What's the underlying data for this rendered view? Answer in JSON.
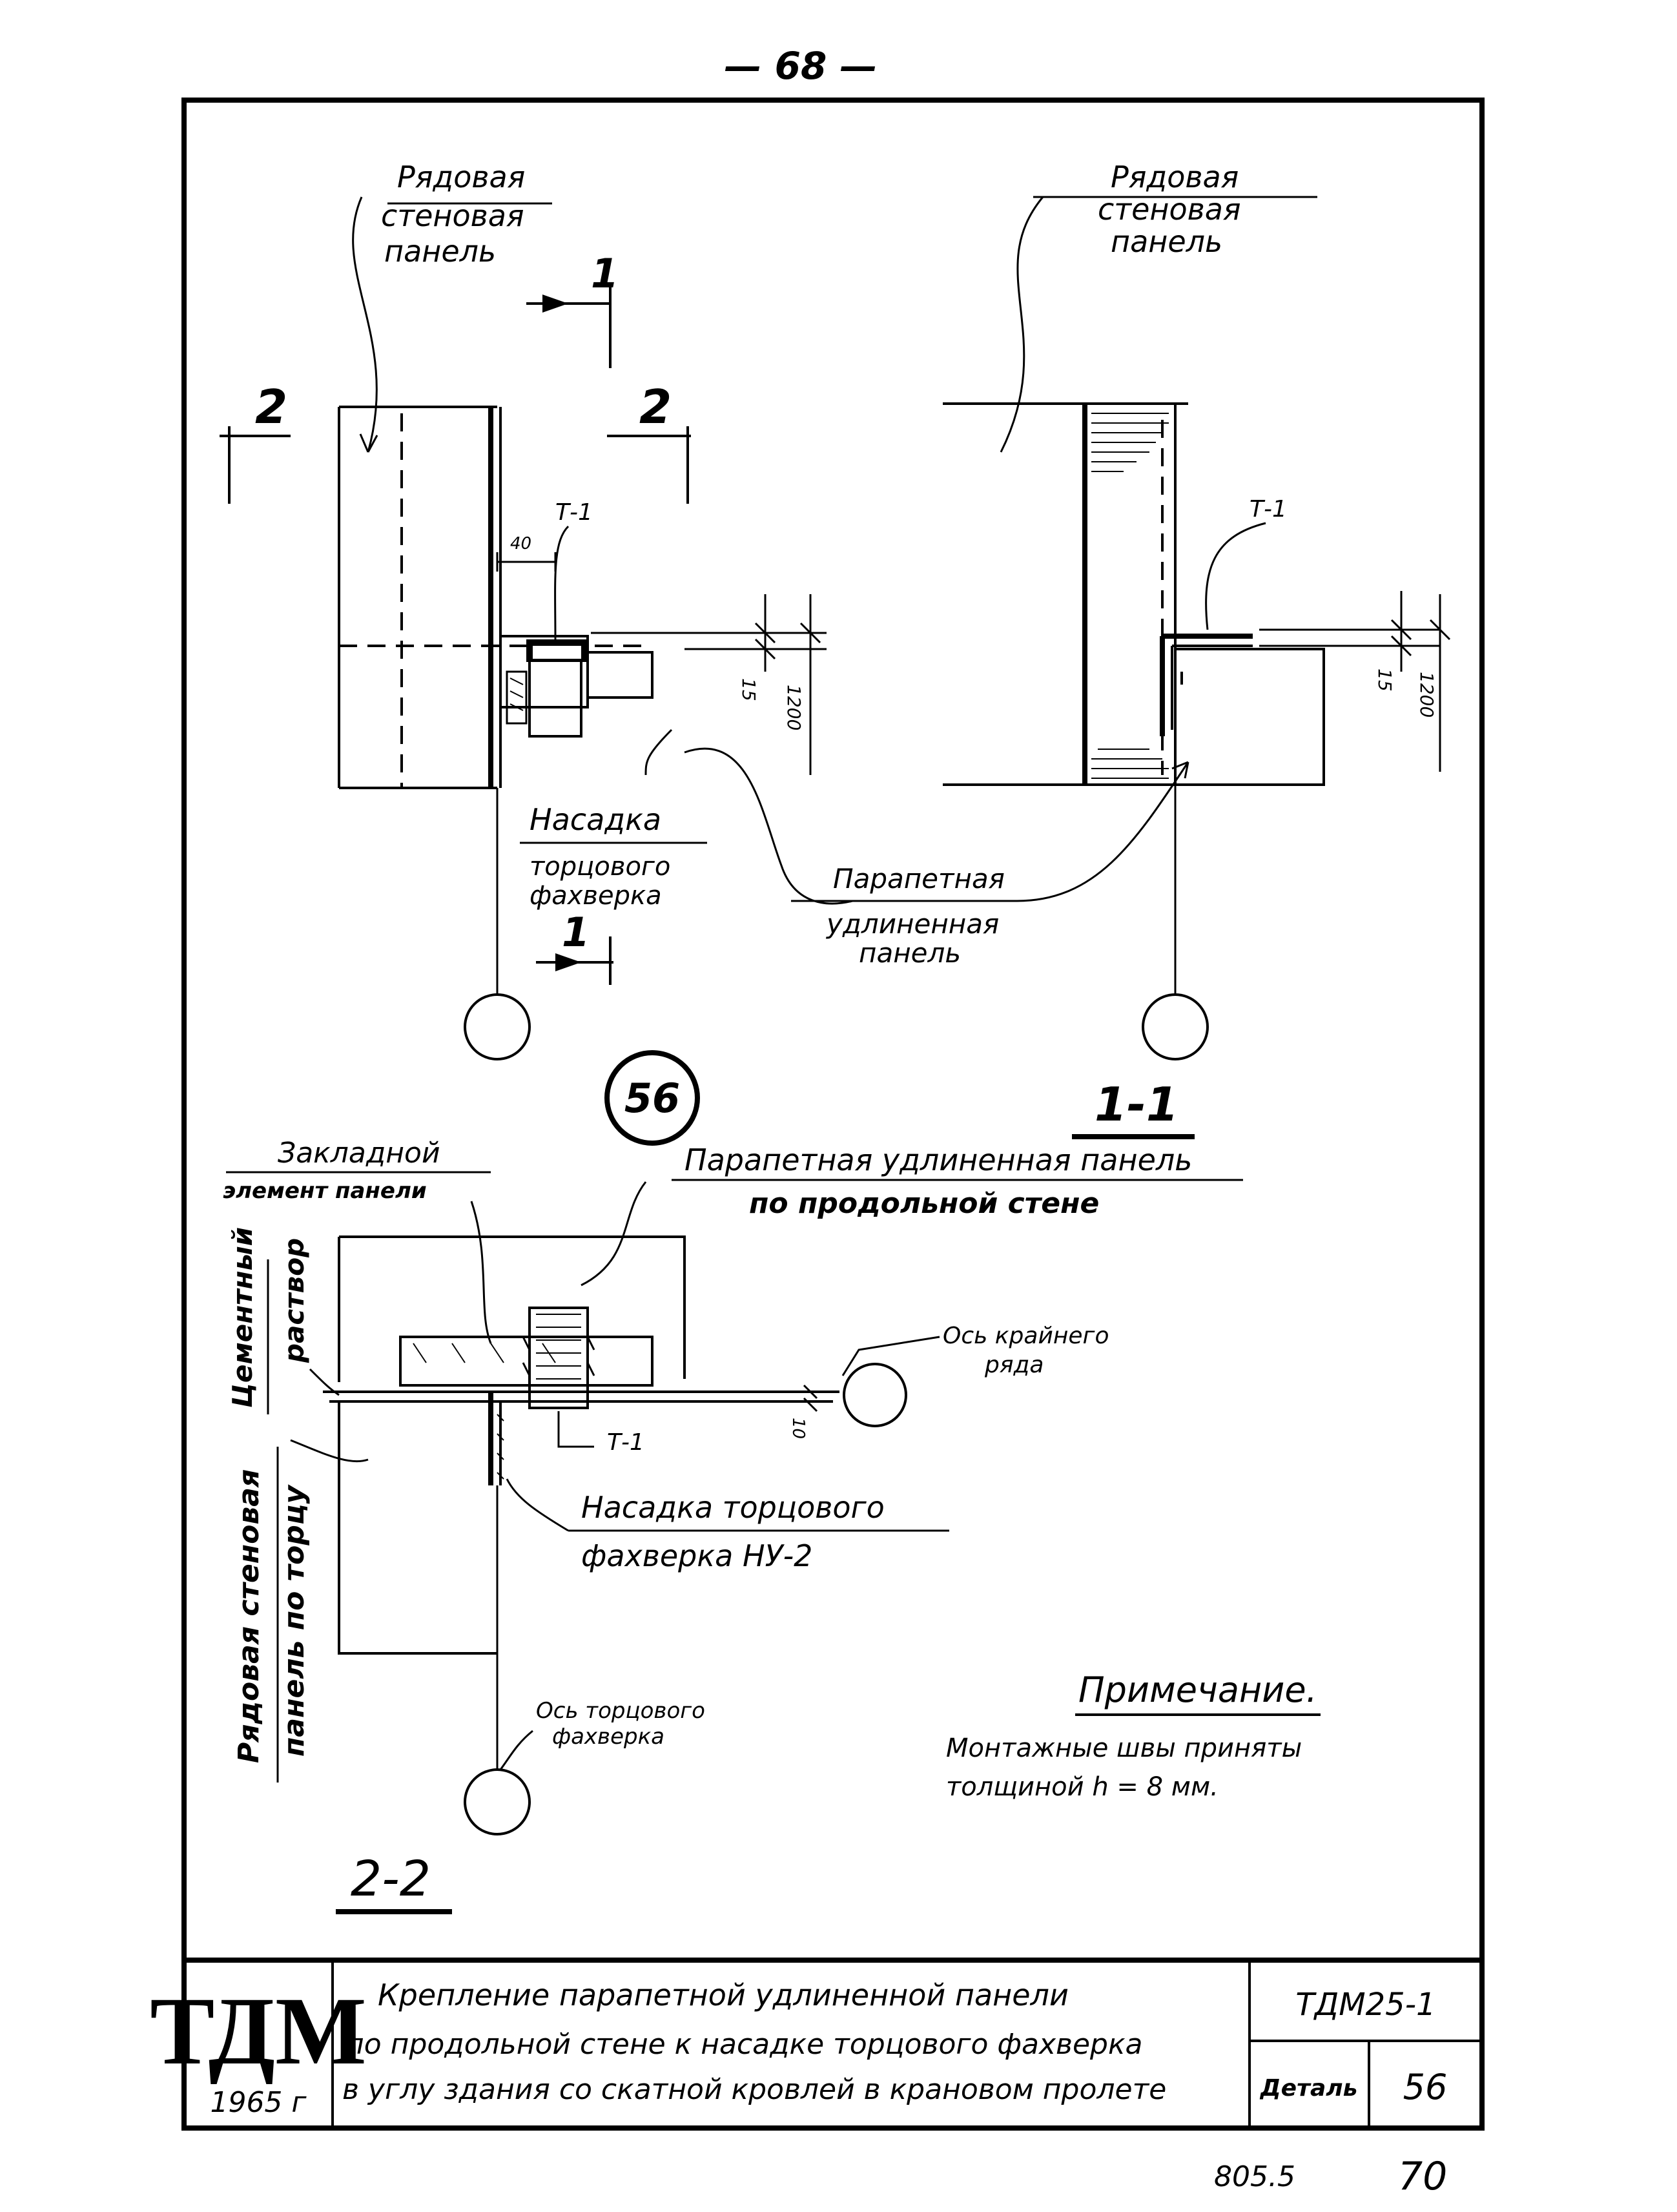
{
  "page_number": "— 68 —",
  "detail_number": "56",
  "elev1": {
    "panel_label": [
      "Рядовая",
      "стеновая",
      "панель"
    ],
    "section_mark_1": "1",
    "section_mark_2a": "2",
    "section_mark_2b": "2",
    "weld_tag": "Т-1",
    "dim_40": "40",
    "dim_15": "15",
    "dim_1200": "1200",
    "nasadka_label": [
      "Насадка",
      "торцового",
      "фахверка"
    ],
    "section_mark_bottom": "1"
  },
  "elev2": {
    "panel_label": [
      "Рядовая",
      "стеновая",
      "панель"
    ],
    "weld_tag": "Т-1",
    "dim_15": "15",
    "dim_1200": "1200"
  },
  "parapet_label": [
    "Парапетная",
    "удлиненная",
    "панель"
  ],
  "section_1_1_title": "1-1",
  "plan": {
    "embed_label": [
      "Закладной",
      "элемент панели"
    ],
    "parapet_label": [
      "Парапетная удлиненная панель",
      "по продольной стене"
    ],
    "cement_label": [
      "Цементный",
      "раствор"
    ],
    "axis_row_label": [
      "Ось крайнего",
      "ряда"
    ],
    "dim_10": "10",
    "weld_tag": "Т-1",
    "nasadka_label": [
      "Насадка торцового",
      "фахверка НУ-2"
    ],
    "wall_panel_label": [
      "Рядовая стеновая",
      "панель по торцу"
    ],
    "axis_fachwerk_label": [
      "Ось торцового",
      "фахверка"
    ]
  },
  "section_2_2_title": "2-2",
  "note": {
    "title": "Примечание.",
    "lines": [
      "Монтажные швы приняты",
      "толщиной   h = 8 мм."
    ]
  },
  "title_block": {
    "logo": "ТДМ",
    "year": "1965 г",
    "description": [
      "Крепление парапетной удлиненной панели",
      "по продольной стене к насадке торцового фахверка",
      "в углу здания со скатной кровлей в крановом пролете"
    ],
    "code": "ТДМ25-1",
    "detail_label": "Деталь",
    "detail_value": "56"
  },
  "footer": {
    "archive_no": "805.5",
    "sheet_no": "70"
  }
}
